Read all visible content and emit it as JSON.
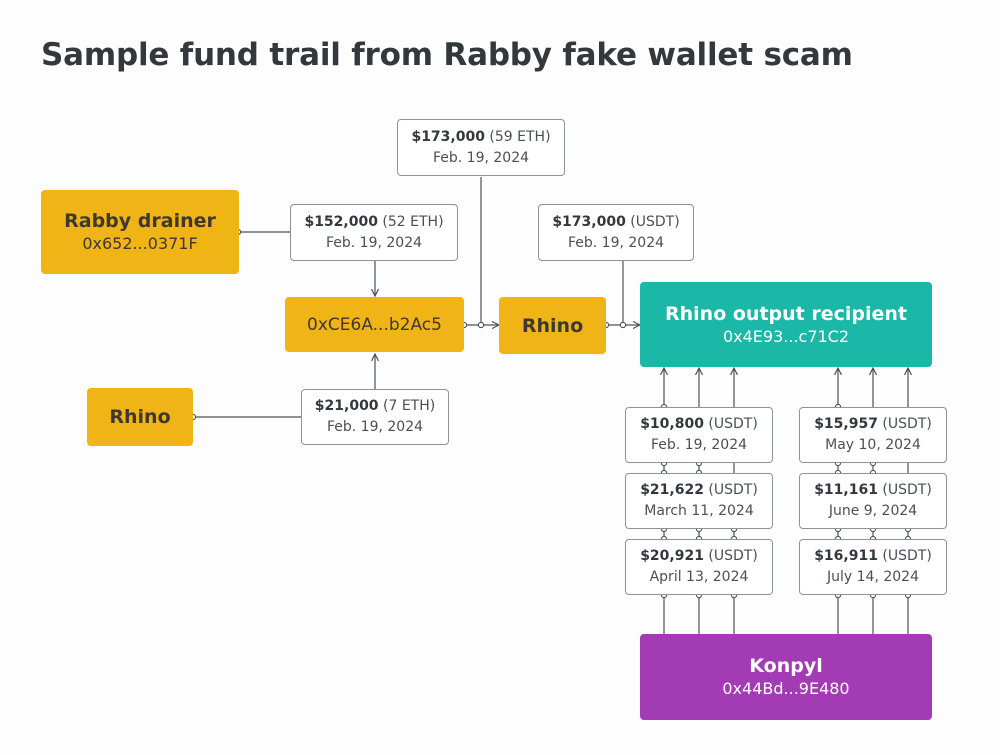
{
  "title": "Sample fund trail from Rabby fake wallet scam",
  "colors": {
    "wallet": "#f1b416",
    "recipient": "#1bb7a7",
    "exchange": "#a33bb4",
    "line": "#4d5257"
  },
  "nodes": {
    "rabby_drainer": {
      "name": "Rabby drainer",
      "address": "0x652...0371F"
    },
    "rhino_source": {
      "name": "Rhino"
    },
    "intermediate": {
      "address": "0xCE6A...b2Ac5"
    },
    "rhino_bridge": {
      "name": "Rhino"
    },
    "rhino_output": {
      "name": "Rhino output recipient",
      "address": "0x4E93...c71C2"
    },
    "konpyl": {
      "name": "Konpyl",
      "address": "0x44Bd...9E480"
    }
  },
  "transfers": {
    "drainer_to_intermediate": {
      "amount": "$152,000",
      "unit": "(52 ETH)",
      "date": "Feb. 19, 2024"
    },
    "rhino_to_intermediate": {
      "amount": "$21,000",
      "unit": "(7 ETH)",
      "date": "Feb. 19, 2024"
    },
    "intermediate_to_rhino": {
      "amount": "$173,000",
      "unit": "(59 ETH)",
      "date": "Feb. 19, 2024"
    },
    "rhino_to_output": {
      "amount": "$173,000",
      "unit": "(USDT)",
      "date": "Feb. 19, 2024"
    }
  },
  "konpyl_transfers": {
    "left": [
      {
        "amount": "$10,800",
        "unit": "(USDT)",
        "date": "Feb. 19, 2024"
      },
      {
        "amount": "$21,622",
        "unit": "(USDT)",
        "date": "March 11, 2024"
      },
      {
        "amount": "$20,921",
        "unit": "(USDT)",
        "date": "April 13, 2024"
      }
    ],
    "right": [
      {
        "amount": "$15,957",
        "unit": "(USDT)",
        "date": "May 10, 2024"
      },
      {
        "amount": "$11,161",
        "unit": "(USDT)",
        "date": "June 9, 2024"
      },
      {
        "amount": "$16,911",
        "unit": "(USDT)",
        "date": "July 14, 2024"
      }
    ]
  }
}
